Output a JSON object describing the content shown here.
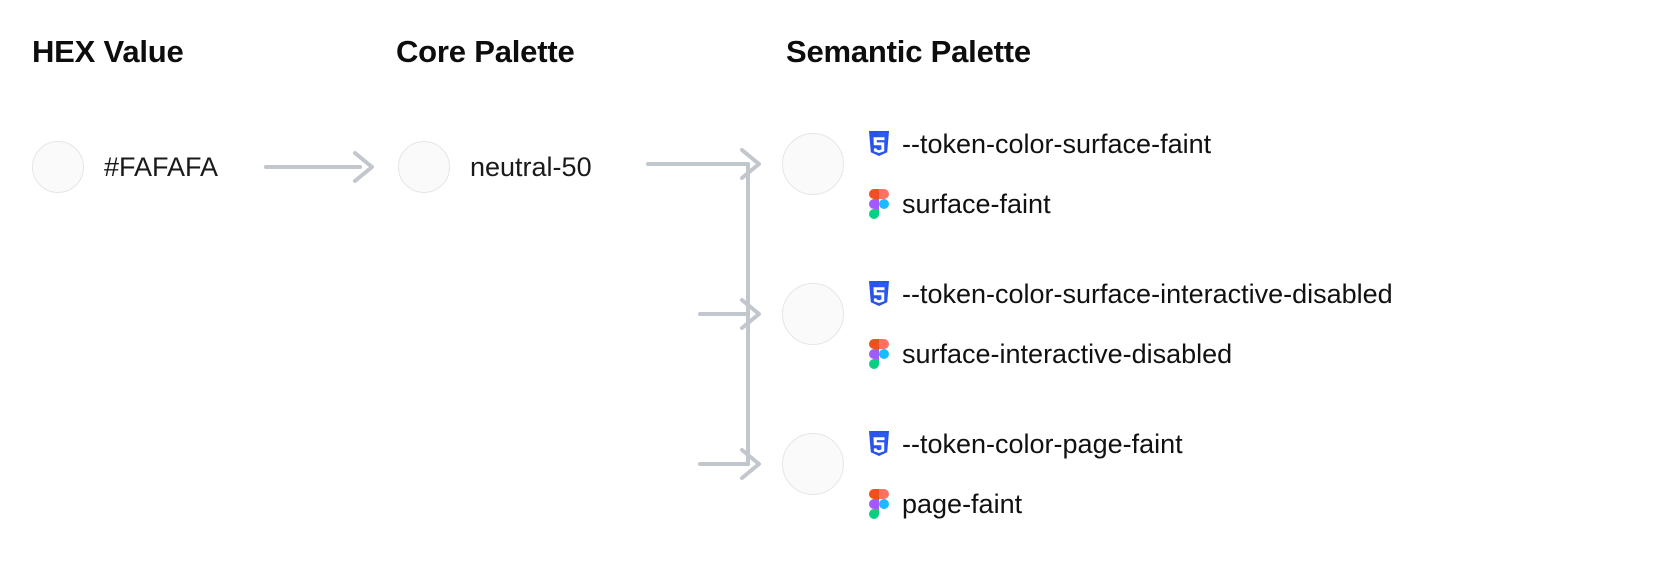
{
  "columns": {
    "hex": {
      "title": "HEX Value",
      "value": "#FAFAFA",
      "swatch_color": "#FAFAFA"
    },
    "core": {
      "title": "Core Palette",
      "value": "neutral-50",
      "swatch_color": "#FAFAFA"
    },
    "semantic": {
      "title": "Semantic Palette"
    }
  },
  "semantic_tokens": [
    {
      "css_icon": "css3-icon",
      "css_name": "--token-color-surface-faint",
      "figma_icon": "figma-icon",
      "figma_name": "surface-faint",
      "swatch_color": "#FAFAFA"
    },
    {
      "css_icon": "css3-icon",
      "css_name": "--token-color-surface-interactive-disabled",
      "figma_icon": "figma-icon",
      "figma_name": "surface-interactive-disabled",
      "swatch_color": "#FAFAFA"
    },
    {
      "css_icon": "css3-icon",
      "css_name": "--token-color-page-faint",
      "figma_icon": "figma-icon",
      "figma_name": "page-faint",
      "swatch_color": "#FAFAFA"
    }
  ],
  "colors": {
    "connector": "#c2c6cd",
    "swatch_border": "#e6e6e8",
    "text": "#111111",
    "css_brand": "#2953E9",
    "figma_orange": "#F24E1E",
    "figma_purple": "#A259FF",
    "figma_blue": "#1ABCFE",
    "figma_green": "#0ACF83",
    "figma_red": "#FF7262",
    "background": "#FFFFFF"
  }
}
